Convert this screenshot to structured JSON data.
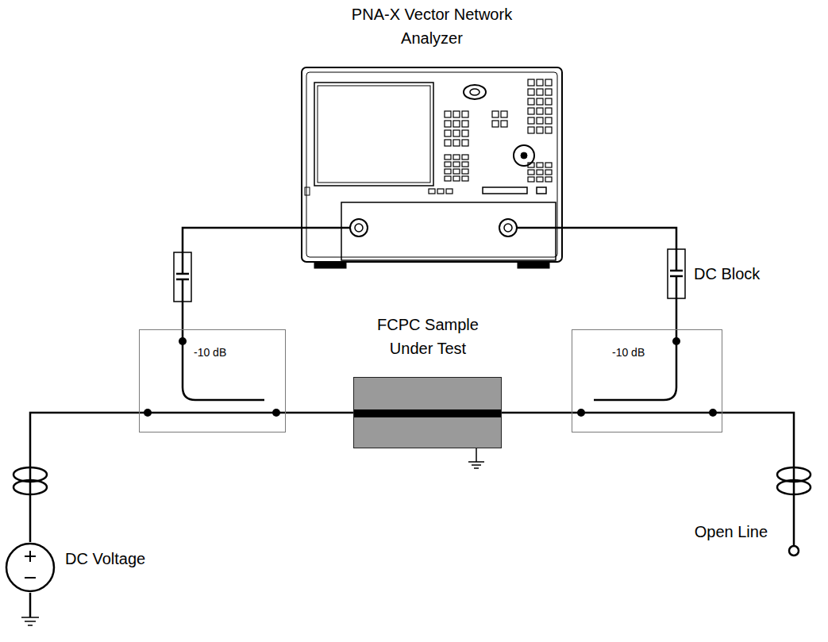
{
  "diagram": {
    "nodes": [
      {
        "text": [
          "PNA-X Vector Network Analyzer"
        ]
      },
      {
        "text": [
          "-10 dB"
        ]
      },
      {
        "text": [
          "FCPC Sample Under Test"
        ]
      },
      {
        "text": [
          "-10 dB"
        ]
      },
      {
        "text": [
          "DC Voltage"
        ]
      },
      {
        "text": [
          "Open Line"
        ]
      }
    ],
    "edges": [
      {
        "from": 0,
        "to": 1,
        "arrow": "none"
      },
      {
        "from": 0,
        "to": 3,
        "arrow": "none"
      },
      {
        "from": 1,
        "to": 2,
        "arrow": "none"
      },
      {
        "from": 2,
        "to": 3,
        "arrow": "none"
      },
      {
        "from": 4,
        "to": 1,
        "arrow": "none"
      },
      {
        "from": 3,
        "to": 5,
        "arrow": "none"
      }
    ],
    "labels": [
      "DC Block"
    ]
  }
}
